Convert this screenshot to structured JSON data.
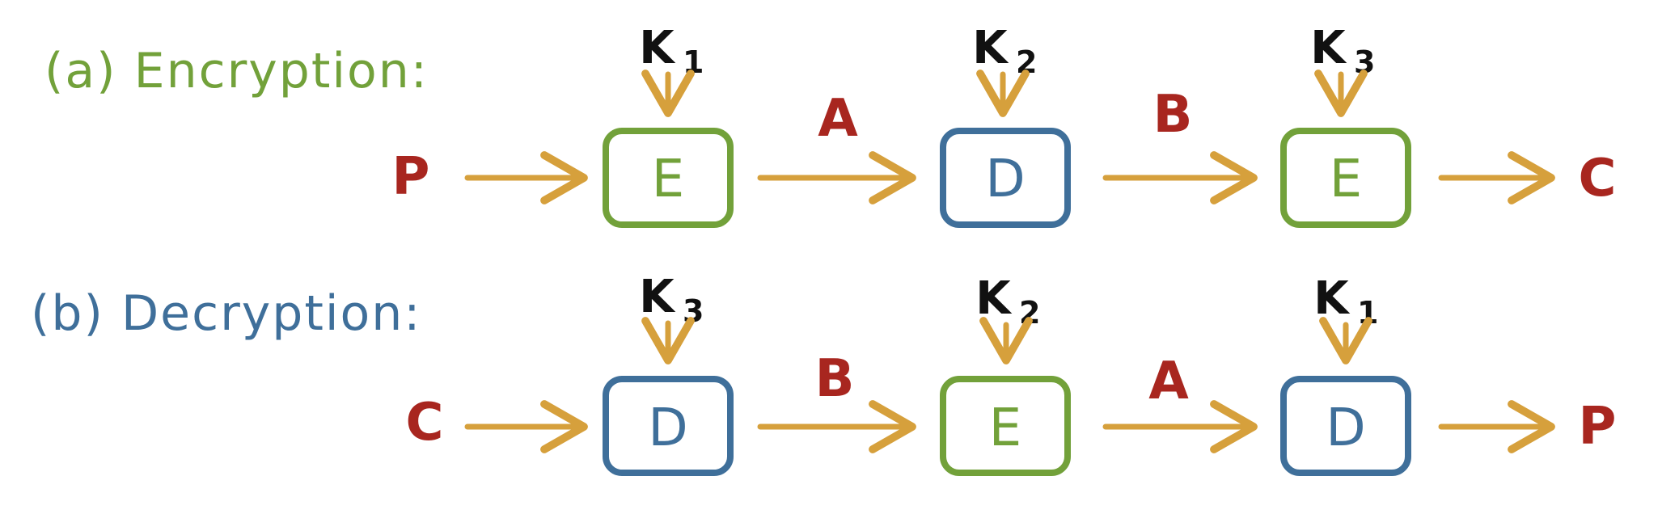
{
  "colors": {
    "encrypt": "#72a13a",
    "decrypt": "#3f6f9a",
    "arrow": "#d6a03c",
    "key": "#111111",
    "io": "#a8261f",
    "background": "#ffffff"
  },
  "rows": [
    {
      "label": "(a) Encryption:",
      "label_color_key": "encrypt",
      "input": "P",
      "output": "C",
      "stages": [
        {
          "op": "E",
          "kind": "encrypt",
          "key_letter": "K",
          "key_sub": "1"
        },
        {
          "op": "D",
          "kind": "decrypt",
          "key_letter": "K",
          "key_sub": "2"
        },
        {
          "op": "E",
          "kind": "encrypt",
          "key_letter": "K",
          "key_sub": "3"
        }
      ],
      "intermediates": [
        "A",
        "B"
      ]
    },
    {
      "label": "(b) Decryption:",
      "label_color_key": "decrypt",
      "input": "C",
      "output": "P",
      "stages": [
        {
          "op": "D",
          "kind": "decrypt",
          "key_letter": "K",
          "key_sub": "3"
        },
        {
          "op": "E",
          "kind": "encrypt",
          "key_letter": "K",
          "key_sub": "2"
        },
        {
          "op": "D",
          "kind": "decrypt",
          "key_letter": "K",
          "key_sub": "1"
        }
      ],
      "intermediates": [
        "B",
        "A"
      ]
    }
  ]
}
